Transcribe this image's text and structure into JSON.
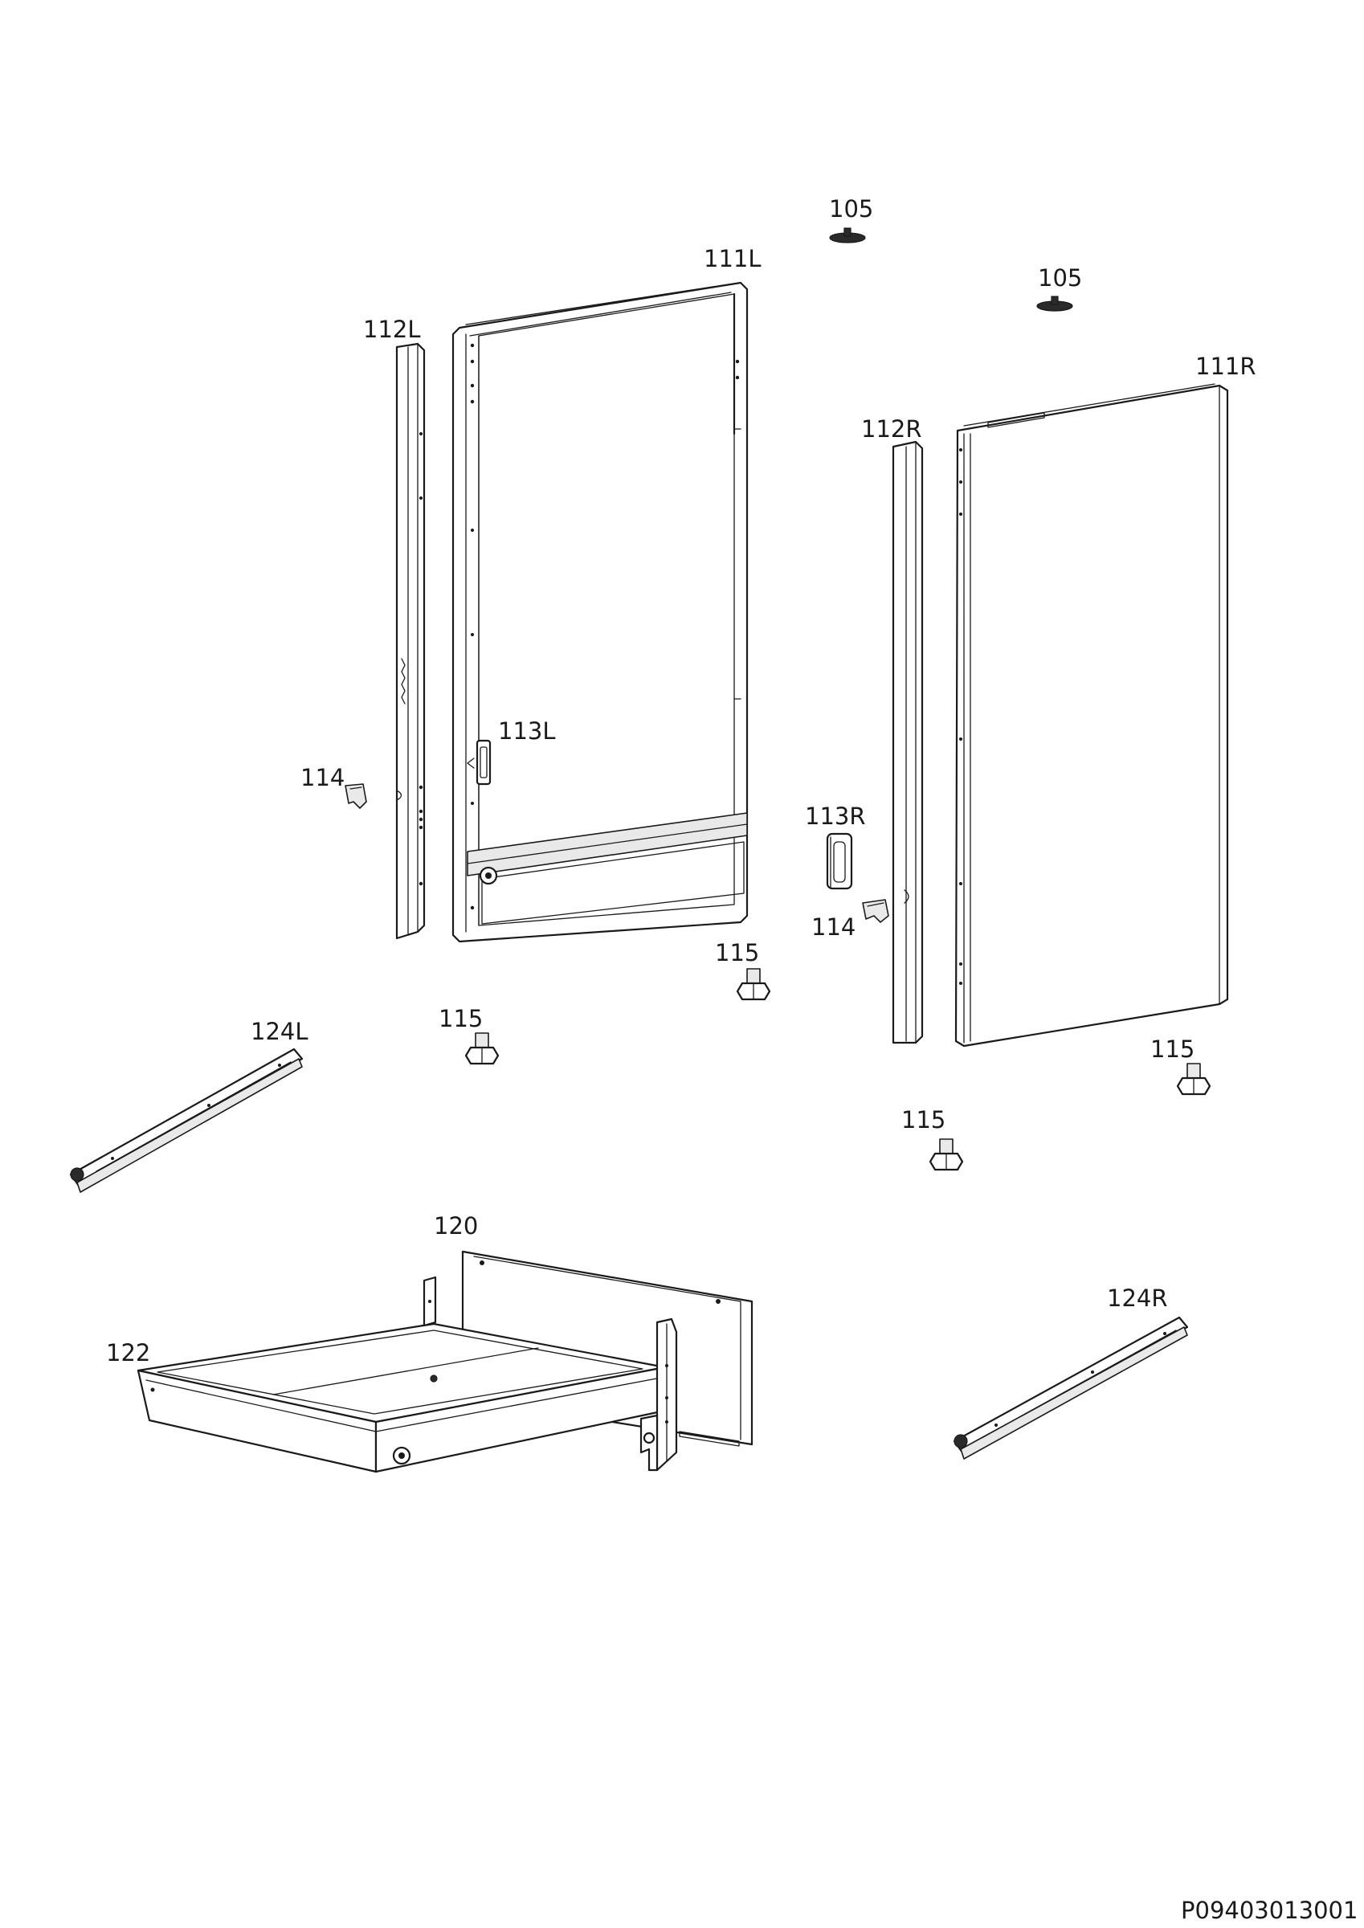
{
  "labels": {
    "l105a": "105",
    "l105b": "105",
    "l111L": "111L",
    "l111R": "111R",
    "l112L": "112L",
    "l112R": "112R",
    "l113L": "113L",
    "l113R": "113R",
    "l114a": "114",
    "l114b": "114",
    "l115a": "115",
    "l115b": "115",
    "l115c": "115",
    "l115d": "115",
    "l120": "120",
    "l122": "122",
    "l124L": "124L",
    "l124R": "124R"
  },
  "doc_code": "P09403013001"
}
